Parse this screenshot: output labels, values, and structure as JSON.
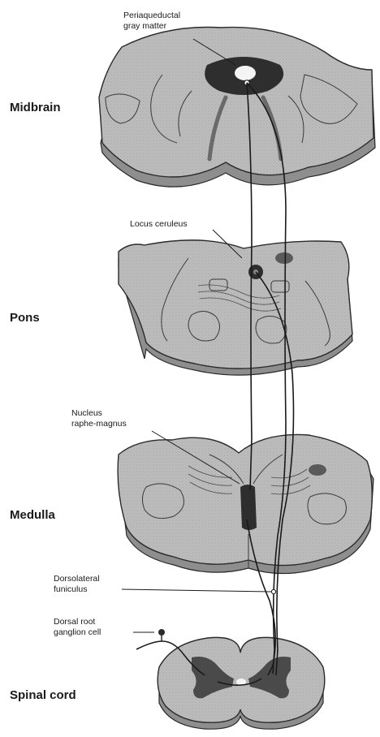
{
  "regions": {
    "midbrain": "Midbrain",
    "pons": "Pons",
    "medulla": "Medulla",
    "spinal_cord": "Spinal cord"
  },
  "annotations": {
    "periaqueductal": "Periaqueductal\ngray matter",
    "locus_ceruleus": "Locus ceruleus",
    "raphe": "Nucleus\nraphe-magnus",
    "dorsolateral": "Dorsolateral\nfuniculus",
    "drg": "Dorsal root\nganglion cell"
  },
  "colors": {
    "tissue": "#b9b9b9",
    "tissue_side": "#8e8e8e",
    "outline": "#2a2a2a",
    "dark_nucleus": "#2e2e2e",
    "pathway": "#1a1a1a"
  }
}
